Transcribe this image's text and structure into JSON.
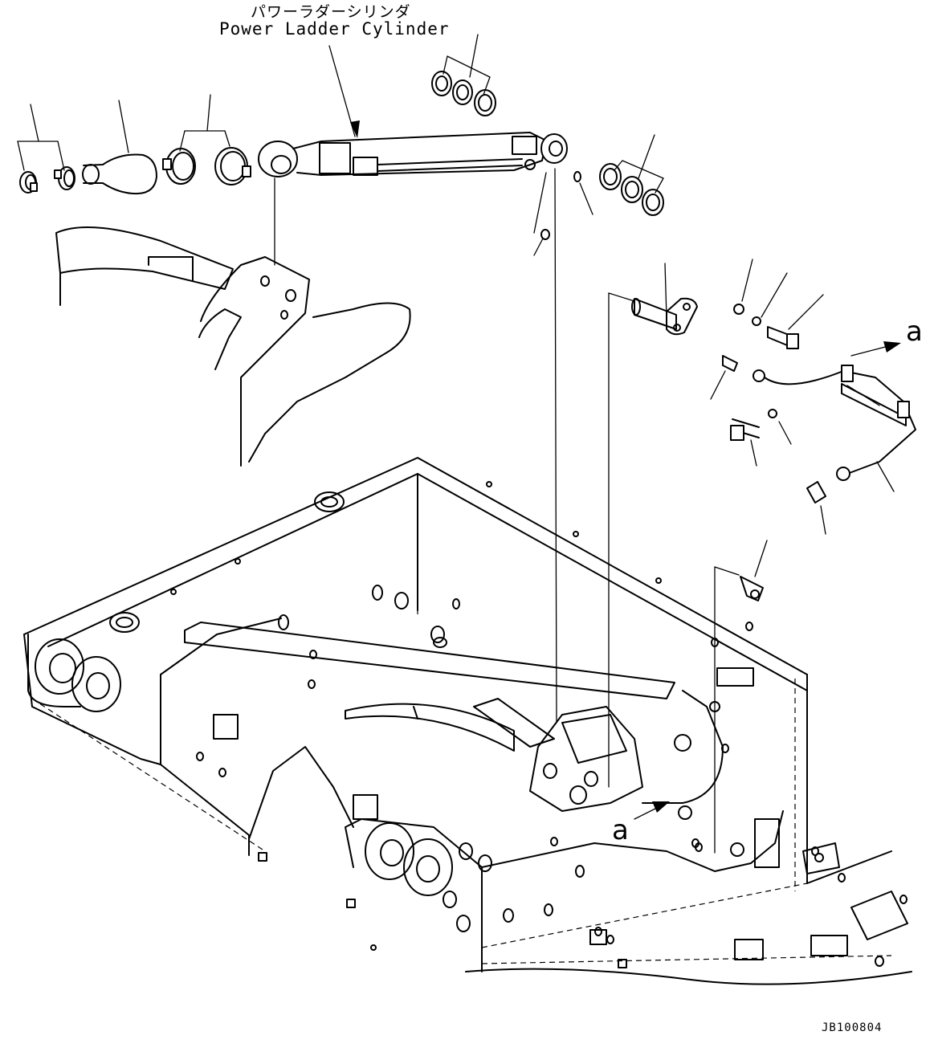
{
  "title_jp": "パワーラダーシリンダ",
  "title_en": "Power Ladder Cylinder",
  "reference_right": "a",
  "reference_bottom": "a",
  "drawing_id": "JB100804"
}
